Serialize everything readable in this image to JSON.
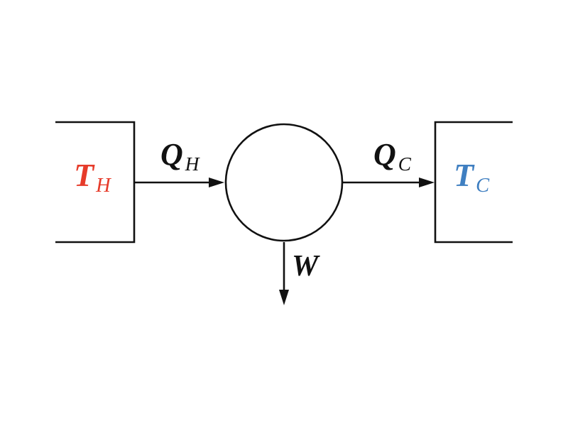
{
  "diagram": {
    "title_semantic": "Heat engine energy flow diagram",
    "background_color": "#ffffff",
    "line_color": "#111111",
    "hot_reservoir": {
      "label_main": "T",
      "label_sub": "H",
      "color": "#e63b2a"
    },
    "cold_reservoir": {
      "label_main": "T",
      "label_sub": "C",
      "color": "#3f7fc1"
    },
    "heat_input": {
      "label_main": "Q",
      "label_sub": "H"
    },
    "heat_output": {
      "label_main": "Q",
      "label_sub": "C"
    },
    "work_output": {
      "label_main": "W"
    }
  }
}
